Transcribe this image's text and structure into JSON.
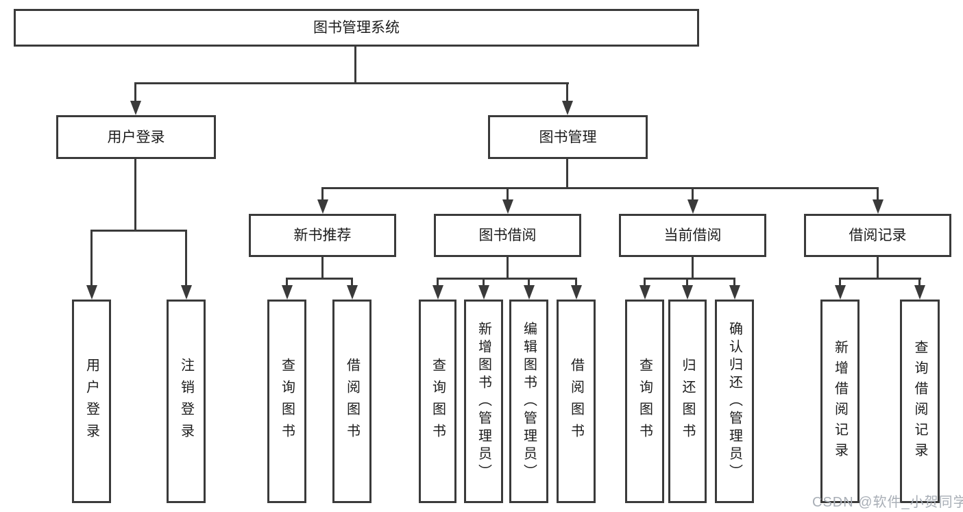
{
  "diagram": {
    "title_box": "图书管理系统",
    "level2": {
      "user_login": "用户登录",
      "book_management": "图书管理"
    },
    "level3": {
      "new_book_recommend": "新书推荐",
      "book_borrowing": "图书借阅",
      "current_borrowing": "当前借阅",
      "borrowing_records": "借阅记录"
    },
    "leaves": {
      "user_login": [
        "用户登录",
        "注销登录"
      ],
      "new_book_recommend": [
        "查询图书",
        "借阅图书"
      ],
      "book_borrowing": [
        "查询图书",
        "新增图书（管理员）",
        "编辑图书（管理员）",
        "借阅图书"
      ],
      "current_borrowing": [
        "查询图书",
        "归还图书",
        "确认归还（管理员）"
      ],
      "borrowing_records": [
        "新增借阅记录",
        "查询借阅记录"
      ]
    },
    "watermark": "CSDN @软件_小贺同学",
    "colors": {
      "line": "#3a3a3a",
      "text": "#1c1c1c",
      "watermark": "#a8aeb6",
      "background": "#ffffff"
    }
  }
}
